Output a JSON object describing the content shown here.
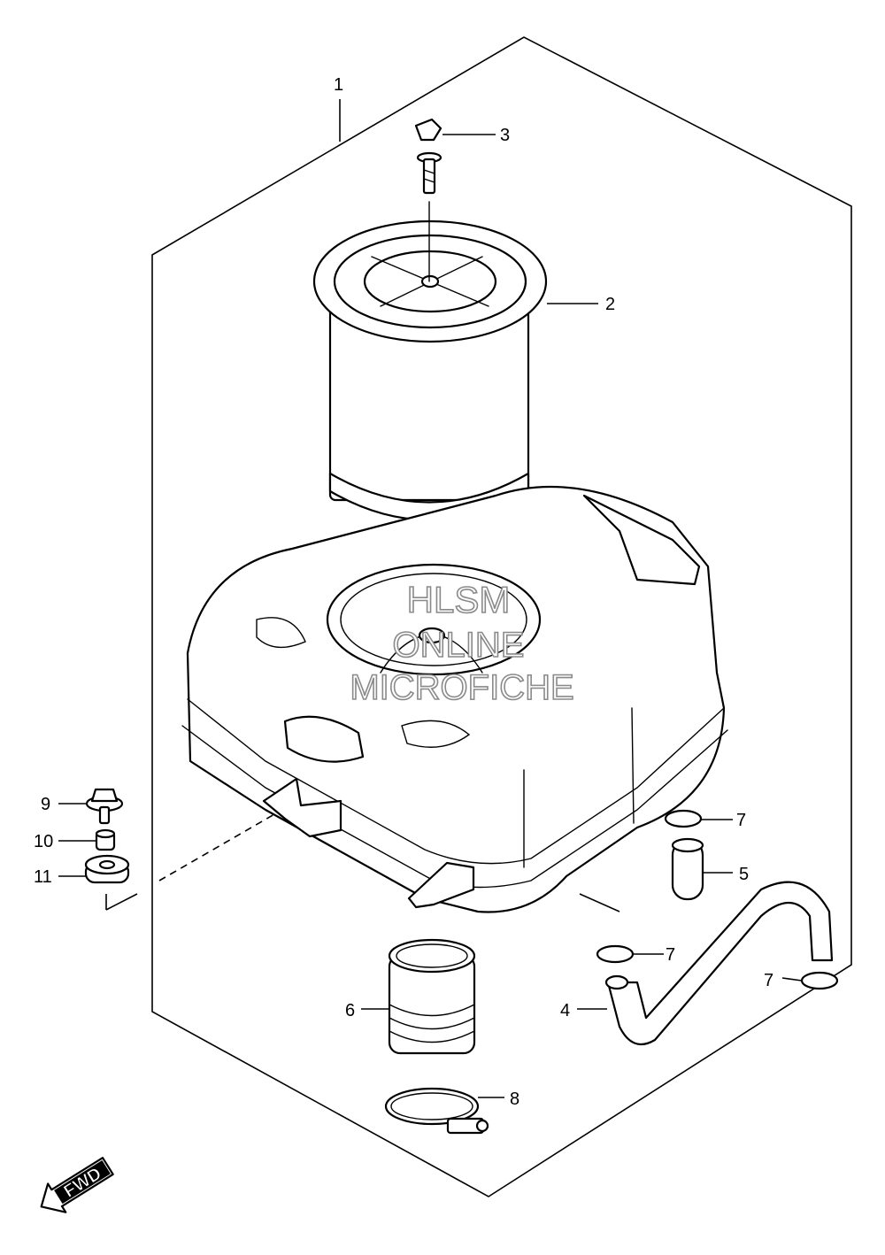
{
  "callouts": [
    "1",
    "2",
    "3",
    "4",
    "5",
    "6",
    "7",
    "7",
    "7",
    "8",
    "9",
    "10",
    "11"
  ],
  "watermark": {
    "line1": "HLSM",
    "line2": "ONLINE",
    "line3": "MICROFICHE"
  },
  "direction_arrow": {
    "label": "FWD",
    "icon": "fwd-arrow-icon"
  }
}
